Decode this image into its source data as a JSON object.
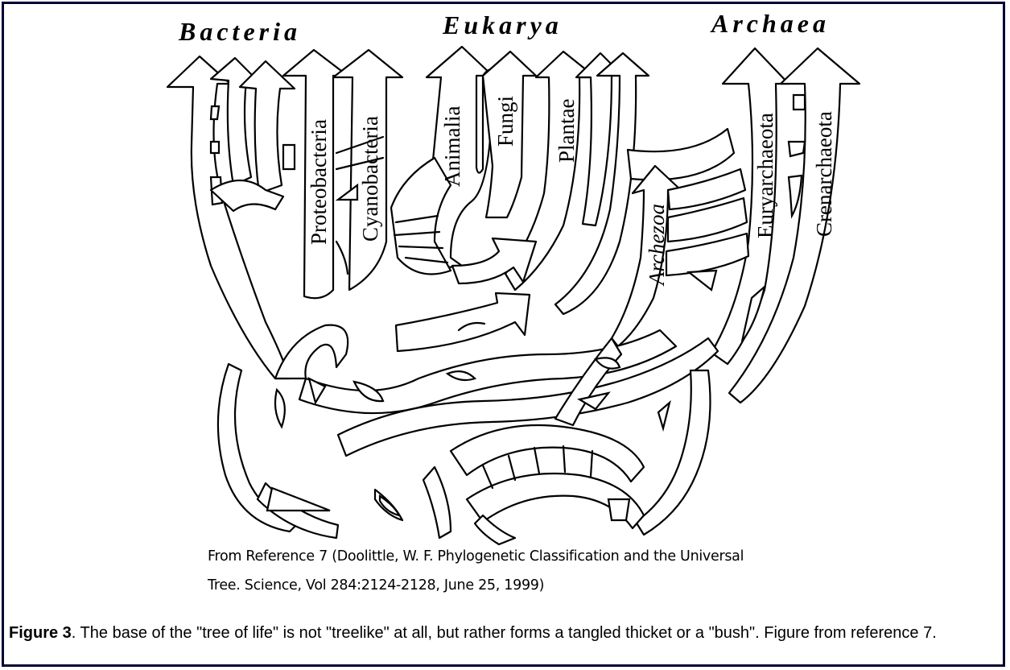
{
  "diagram": {
    "domains": {
      "bacteria": "Bacteria",
      "eukarya": "Eukarya",
      "archaea": "Archaea"
    },
    "groups": {
      "proteobacteria": "Proteobacteria",
      "cyanobacteria": "Cyanobacteria",
      "animalia": "Animalia",
      "fungi": "Fungi",
      "plantae": "Plantae",
      "archezoa": "Archezoa",
      "euryarchaeota": "Euryarchaeota",
      "crenarchaeota": "Crenarchaeota"
    }
  },
  "citation": {
    "line1": "From Reference 7 (Doolittle, W. F. Phylogenetic Classification and the Universal",
    "line2": "Tree. Science, Vol 284:2124-2128, June 25, 1999)"
  },
  "caption": {
    "figure_label": "Figure 3",
    "text": ". The base of the \"tree of life\" is not \"treelike\" at all, but rather forms a tangled thicket or a \"bush\". Figure from reference 7."
  }
}
